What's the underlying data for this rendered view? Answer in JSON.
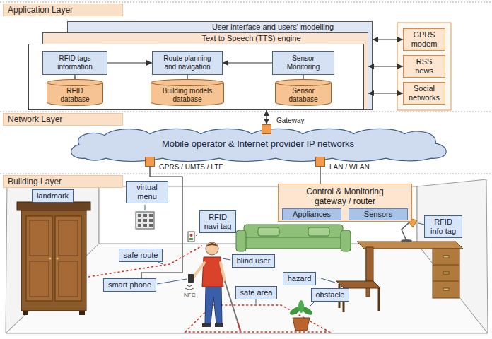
{
  "diagram": {
    "nodes": [
      {
        "text": [
          "Application Layer"
        ]
      },
      {
        "text": [
          "User interface and users' modelling"
        ]
      },
      {
        "text": [
          "Text to Speech (TTS) engine"
        ]
      },
      {
        "text": [
          "RFID tags information"
        ],
        "in": 2
      },
      {
        "text": [
          "Route planning and navigation"
        ],
        "in": 2
      },
      {
        "text": [
          "Sensor Monitoring"
        ],
        "in": 2
      },
      {
        "text": [
          "RFID database"
        ],
        "in": 2
      },
      {
        "text": [
          "Building models database"
        ],
        "in": 2
      },
      {
        "text": [
          "Sensor database"
        ],
        "in": 2
      },
      {
        "text": [
          "GPRS modem"
        ]
      },
      {
        "text": [
          "RSS news"
        ]
      },
      {
        "text": [
          "Social networks"
        ]
      },
      {
        "text": [
          "Network Layer"
        ]
      },
      {
        "text": [
          "Mobile operator & Internet provider IP networks"
        ]
      },
      {
        "text": [
          "Gateway"
        ],
        "in": 13
      },
      {
        "text": [
          "GPRS / UMTS / LTE"
        ],
        "in": 13
      },
      {
        "text": [
          "LAN / WLAN"
        ],
        "in": 13
      },
      {
        "text": [
          "Building Layer"
        ]
      },
      {
        "text": [
          "landmark"
        ]
      },
      {
        "text": [
          "virtual menu"
        ]
      },
      {
        "text": [
          "RFID navi tag"
        ]
      },
      {
        "text": [
          "Control & Monitoring gateway / router"
        ]
      },
      {
        "text": [
          "Appliances"
        ],
        "in": 21
      },
      {
        "text": [
          "Sensors"
        ],
        "in": 21
      },
      {
        "text": [
          "RFID info tag"
        ]
      },
      {
        "text": [
          "safe route"
        ]
      },
      {
        "text": [
          "blind user"
        ]
      },
      {
        "text": [
          "hazard"
        ]
      },
      {
        "text": [
          "smart phone"
        ]
      },
      {
        "text": [
          "safe area"
        ]
      },
      {
        "text": [
          "obstacle"
        ]
      }
    ],
    "edges": [
      {
        "from": 1,
        "to": 9,
        "arrow": "both"
      },
      {
        "from": 2,
        "to": 10,
        "arrow": "both"
      },
      {
        "from": 2,
        "to": 11,
        "arrow": "both"
      },
      {
        "from": 3,
        "to": 4,
        "arrow": "to"
      },
      {
        "from": 5,
        "to": 4,
        "arrow": "to"
      },
      {
        "from": 3,
        "to": 6,
        "arrow": "none"
      },
      {
        "from": 4,
        "to": 7,
        "arrow": "none"
      },
      {
        "from": 5,
        "to": 8,
        "arrow": "none"
      },
      {
        "from": 2,
        "to": 14,
        "arrow": "both"
      },
      {
        "from": 15,
        "to": 28,
        "arrow": "none"
      },
      {
        "from": 16,
        "to": 21,
        "arrow": "none"
      }
    ],
    "labels": [
      "NFC"
    ]
  }
}
